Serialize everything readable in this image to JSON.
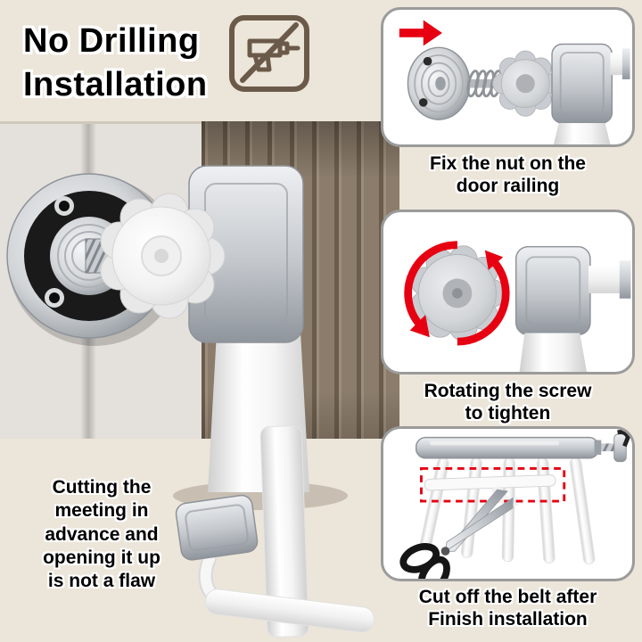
{
  "header": {
    "title": "No Drilling\nInstallation",
    "no_drill_icon": "crossed-out power drill"
  },
  "steps": [
    {
      "caption": "Fix the nut on the\ndoor railing"
    },
    {
      "caption": "Rotating the screw\nto tighten"
    },
    {
      "caption": "Cut off the belt after\nFinish installation"
    }
  ],
  "note": "Cutting the\nmeeting in\nadvance and\nopening it up\nis not a flaw",
  "colors": {
    "background": "#ece5d9",
    "accent_red": "#e60012",
    "icon_brown": "#6b5a49",
    "panel_border": "#9b9b9b",
    "panel_bg": "#ffffff",
    "slat_wall_brown": "#8b7c6b"
  }
}
